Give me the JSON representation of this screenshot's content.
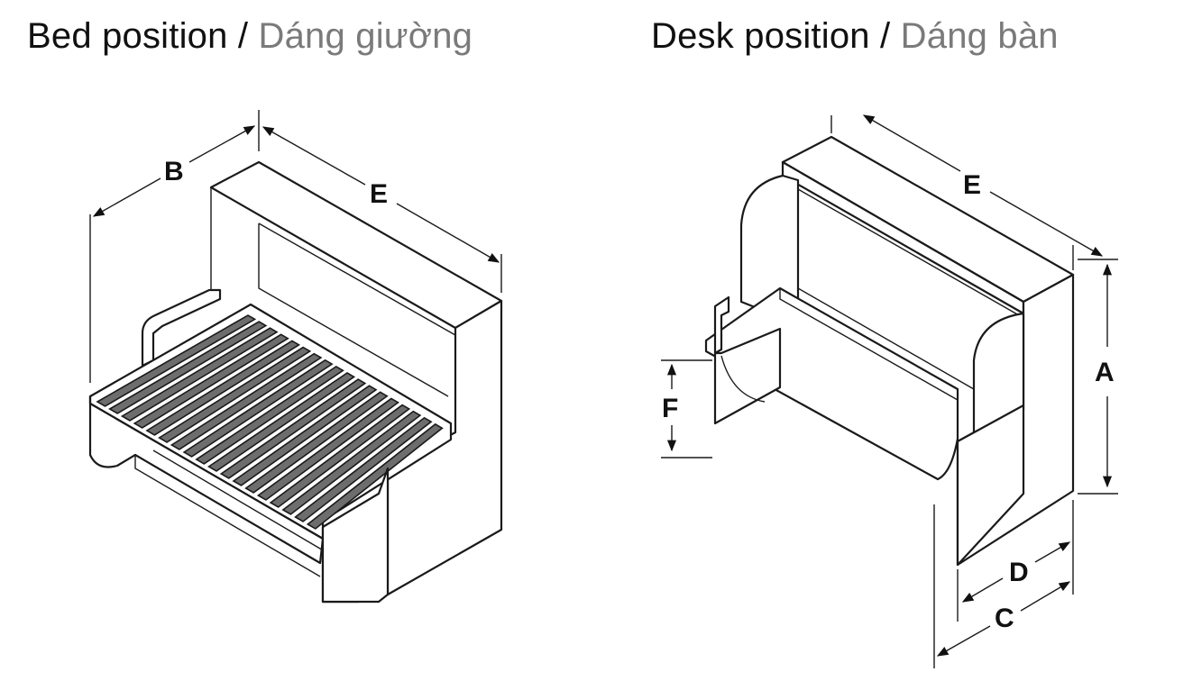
{
  "titles": {
    "bed": {
      "en": "Bed position /",
      "vi": "Dáng giường"
    },
    "desk": {
      "en": "Desk position /",
      "vi": "Dáng bàn"
    }
  },
  "dimensions": {
    "bed": {
      "b": "B",
      "e": "E"
    },
    "desk": {
      "e": "E",
      "a": "A",
      "f": "F",
      "d": "D",
      "c": "C"
    }
  },
  "colors": {
    "line": "#1a1a1a",
    "slat": "#6d6d6d",
    "subtitle": "#7a7a7a"
  }
}
